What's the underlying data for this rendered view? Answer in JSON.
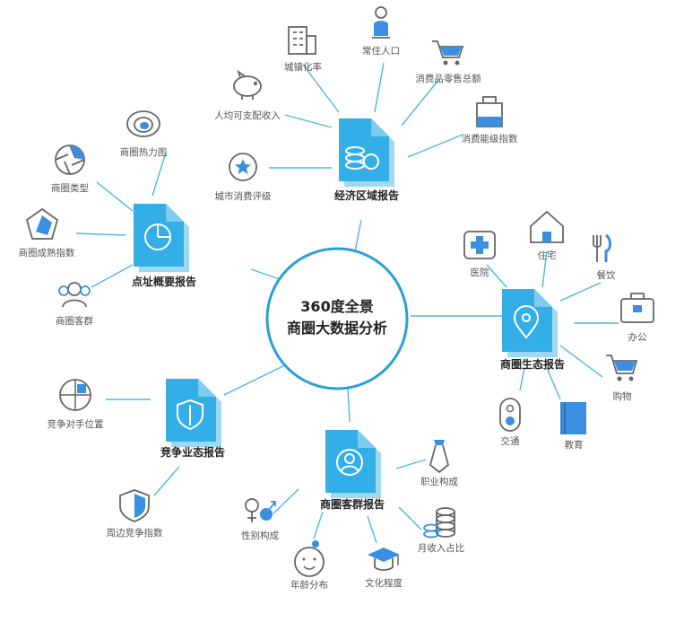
{
  "center": {
    "line1": "360度全景",
    "line2": "商圈大数据分析"
  },
  "reports": {
    "economic": "经济区域报告",
    "site": "点址概要报告",
    "ecology": "商圈生态报告",
    "competition": "竞争业态报告",
    "customer": "商圈客群报告"
  },
  "economic_items": {
    "urbanization": "城镇化率",
    "resident_pop": "常住人口",
    "retail_sales": "消费品零售总额",
    "consumption_level": "消费能级指数",
    "disposable_income": "人均可支配收入",
    "city_rating": "城市消费评级"
  },
  "site_items": {
    "heatmap": "商圈热力图",
    "type": "商圈类型",
    "maturity": "商圈成熟指数",
    "customers": "商圈客群"
  },
  "ecology_items": {
    "hospital": "医院",
    "housing": "住宅",
    "dining": "餐饮",
    "office": "办公",
    "shopping": "购物",
    "transport": "交通",
    "education": "教育"
  },
  "competition_items": {
    "position": "竞争对手位置",
    "index": "周边竞争指数"
  },
  "customer_items": {
    "occupation": "职业构成",
    "gender": "性别构成",
    "income": "月收入占比",
    "age": "年龄分布",
    "education": "文化程度"
  },
  "colors": {
    "accent": "#2a9fd8",
    "doc_fill": "#34aee6",
    "doc_shadow": "#9ed8f2",
    "line": "#4cb8e0",
    "icon": "#666666",
    "icon_accent": "#3a8fe0"
  }
}
